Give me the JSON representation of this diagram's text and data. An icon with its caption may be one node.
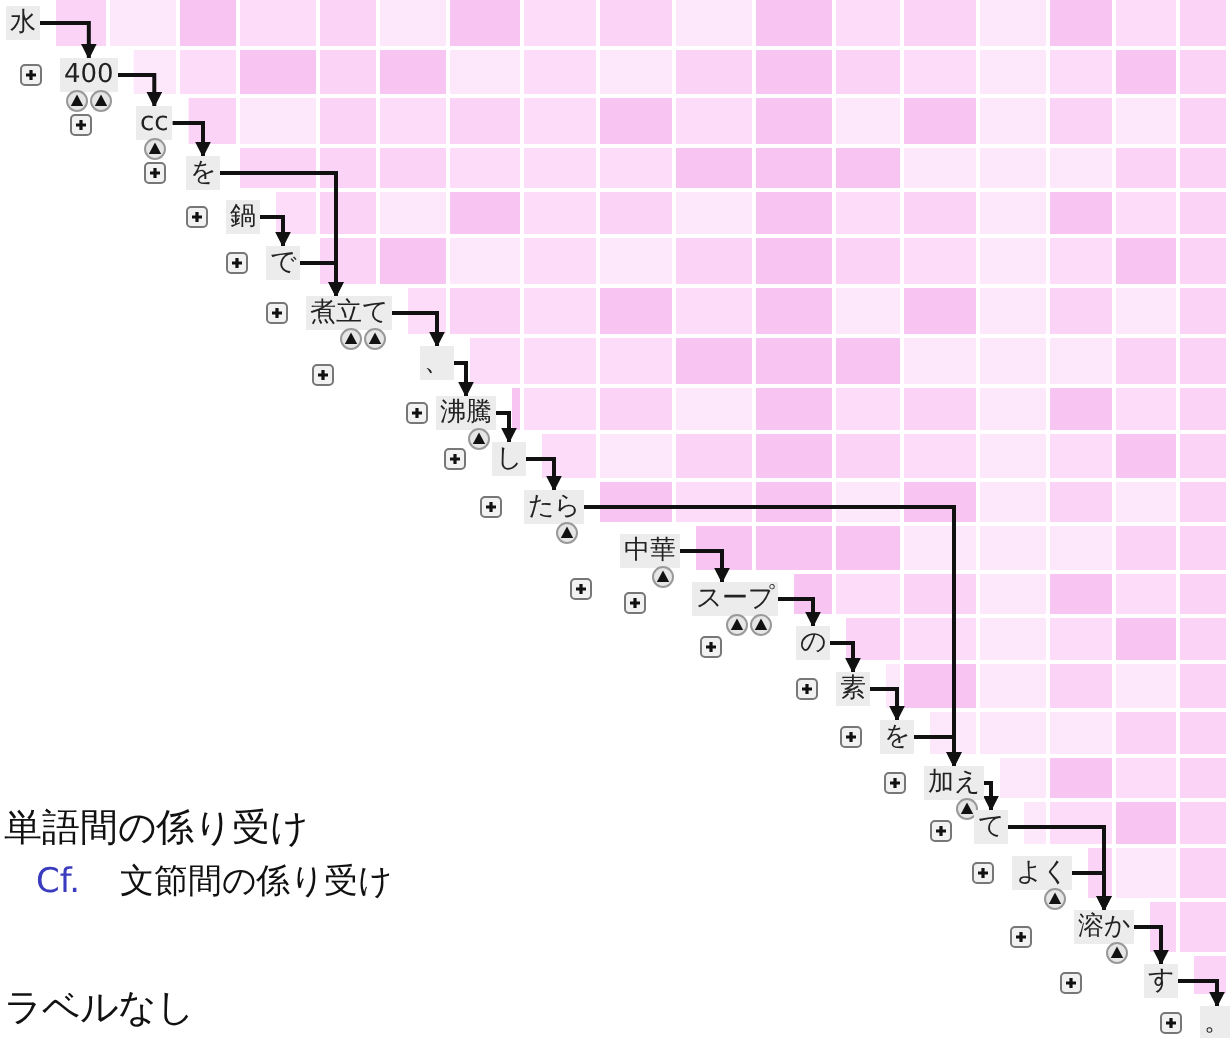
{
  "diagram": {
    "nodes": [
      {
        "text": [
          "水"
        ]
      },
      {
        "text": [
          "400"
        ]
      },
      {
        "text": [
          "cc"
        ]
      },
      {
        "text": [
          "を"
        ]
      },
      {
        "text": [
          "鍋"
        ]
      },
      {
        "text": [
          "で"
        ]
      },
      {
        "text": [
          "煮立て"
        ]
      },
      {
        "text": [
          "、"
        ]
      },
      {
        "text": [
          "沸騰"
        ]
      },
      {
        "text": [
          "し"
        ]
      },
      {
        "text": [
          "たら"
        ]
      },
      {
        "text": [
          "中華"
        ]
      },
      {
        "text": [
          "スープ"
        ]
      },
      {
        "text": [
          "の"
        ]
      },
      {
        "text": [
          "素"
        ]
      },
      {
        "text": [
          "を"
        ]
      },
      {
        "text": [
          "加え"
        ]
      },
      {
        "text": [
          "て"
        ]
      },
      {
        "text": [
          "よく"
        ]
      },
      {
        "text": [
          "溶か"
        ]
      },
      {
        "text": [
          "す"
        ]
      },
      {
        "text": [
          "。"
        ]
      }
    ],
    "edges": [
      {
        "from": 0,
        "to": 1,
        "arrow": "to"
      },
      {
        "from": 1,
        "to": 2,
        "arrow": "to"
      },
      {
        "from": 2,
        "to": 3,
        "arrow": "to"
      },
      {
        "from": 3,
        "to": 6,
        "arrow": "to"
      },
      {
        "from": 4,
        "to": 5,
        "arrow": "to"
      },
      {
        "from": 5,
        "to": 6,
        "arrow": "to"
      },
      {
        "from": 6,
        "to": 7,
        "arrow": "to"
      },
      {
        "from": 7,
        "to": 8,
        "arrow": "to"
      },
      {
        "from": 8,
        "to": 9,
        "arrow": "to"
      },
      {
        "from": 9,
        "to": 10,
        "arrow": "to"
      },
      {
        "from": 10,
        "to": 16,
        "arrow": "to"
      },
      {
        "from": 11,
        "to": 12,
        "arrow": "to"
      },
      {
        "from": 12,
        "to": 13,
        "arrow": "to"
      },
      {
        "from": 13,
        "to": 14,
        "arrow": "to"
      },
      {
        "from": 14,
        "to": 15,
        "arrow": "to"
      },
      {
        "from": 15,
        "to": 16,
        "arrow": "to"
      },
      {
        "from": 16,
        "to": 17,
        "arrow": "to"
      },
      {
        "from": 17,
        "to": 19,
        "arrow": "to"
      },
      {
        "from": 18,
        "to": 19,
        "arrow": "to"
      },
      {
        "from": 19,
        "to": 20,
        "arrow": "to"
      },
      {
        "from": 20,
        "to": 21,
        "arrow": "to"
      }
    ],
    "labels": [
      "単語間の係り受け",
      "Cf.",
      "文節間の係り受け",
      "ラベルなし"
    ]
  }
}
